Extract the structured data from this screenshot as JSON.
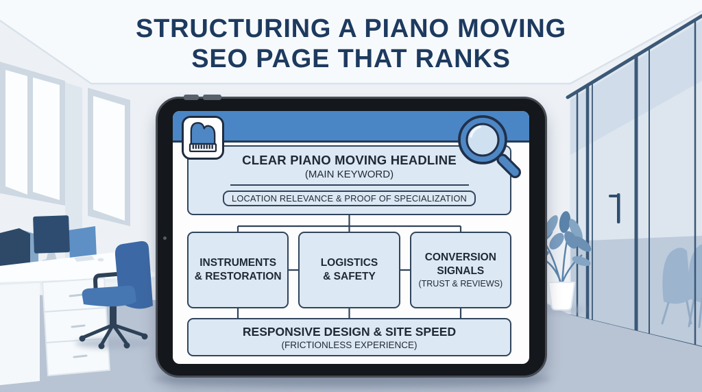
{
  "header": {
    "title_line1": "STRUCTURING A PIANO MOVING",
    "title_line2": "SEO PAGE THAT RANKS"
  },
  "tablet": {
    "app_icon": "grand-piano",
    "search_icon": "magnifying-glass",
    "diagram": {
      "headline": {
        "title": "CLEAR PIANO MOVING HEADLINE",
        "subtitle": "(MAIN KEYWORD)",
        "pill": "LOCATION RELEVANCE & PROOF OF SPECIALIZATION"
      },
      "branches": [
        {
          "line1": "INSTRUMENTS",
          "line2": "& RESTORATION",
          "subtitle": ""
        },
        {
          "line1": "LOGISTICS",
          "line2": "& SAFETY",
          "subtitle": ""
        },
        {
          "line1": "CONVERSION",
          "line2": "SIGNALS",
          "subtitle": "(TRUST & REVIEWS)"
        }
      ],
      "footer": {
        "title": "RESPONSIVE DESIGN & SITE SPEED",
        "subtitle": "(FRICTIONLESS EXPERIENCE)"
      }
    }
  },
  "colors": {
    "accent_blue": "#4a86c5",
    "navy": "#1d3a5f",
    "panel_fill": "#dce8f3",
    "panel_border": "#31445c",
    "screen_bg": "#fdfdfe",
    "wall": "#edf1f6",
    "floor": "#b8c3d3"
  }
}
